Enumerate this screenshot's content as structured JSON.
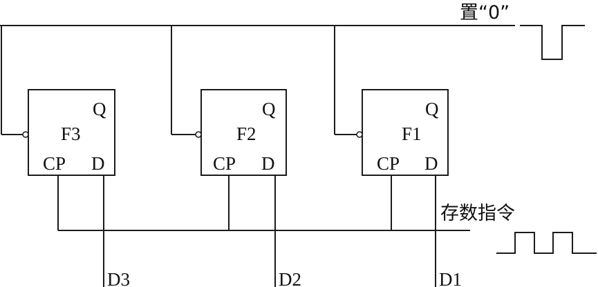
{
  "reset_label": "置“0”",
  "store_label": "存数指令",
  "flipflops": [
    {
      "name": "F3",
      "q": "Q",
      "cp": "CP",
      "d": "D",
      "data_out": "D3"
    },
    {
      "name": "F2",
      "q": "Q",
      "cp": "CP",
      "d": "D",
      "data_out": "D2"
    },
    {
      "name": "F1",
      "q": "Q",
      "cp": "CP",
      "d": "D",
      "data_out": "D1"
    }
  ]
}
